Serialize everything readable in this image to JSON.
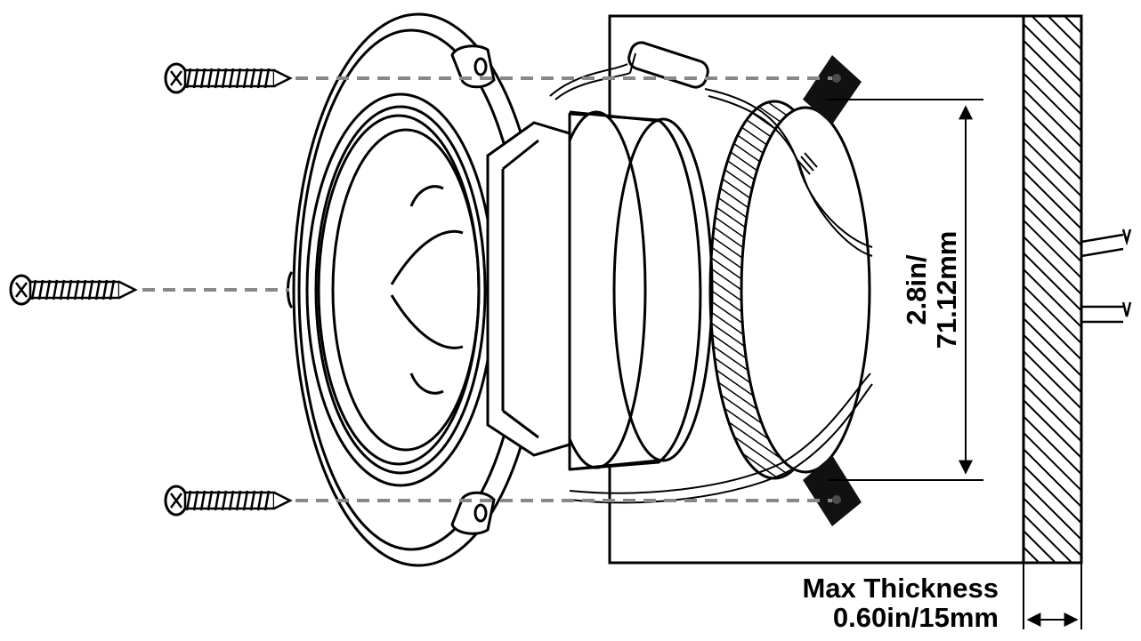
{
  "dimensions": {
    "cutout_diameter": {
      "imperial": "2.8in/",
      "metric": "71.12mm"
    },
    "max_thickness": {
      "label": "Max Thickness",
      "value": "0.60in/15mm"
    }
  },
  "colors": {
    "ink": "#000000",
    "background": "#ffffff",
    "pad": "#111111"
  }
}
